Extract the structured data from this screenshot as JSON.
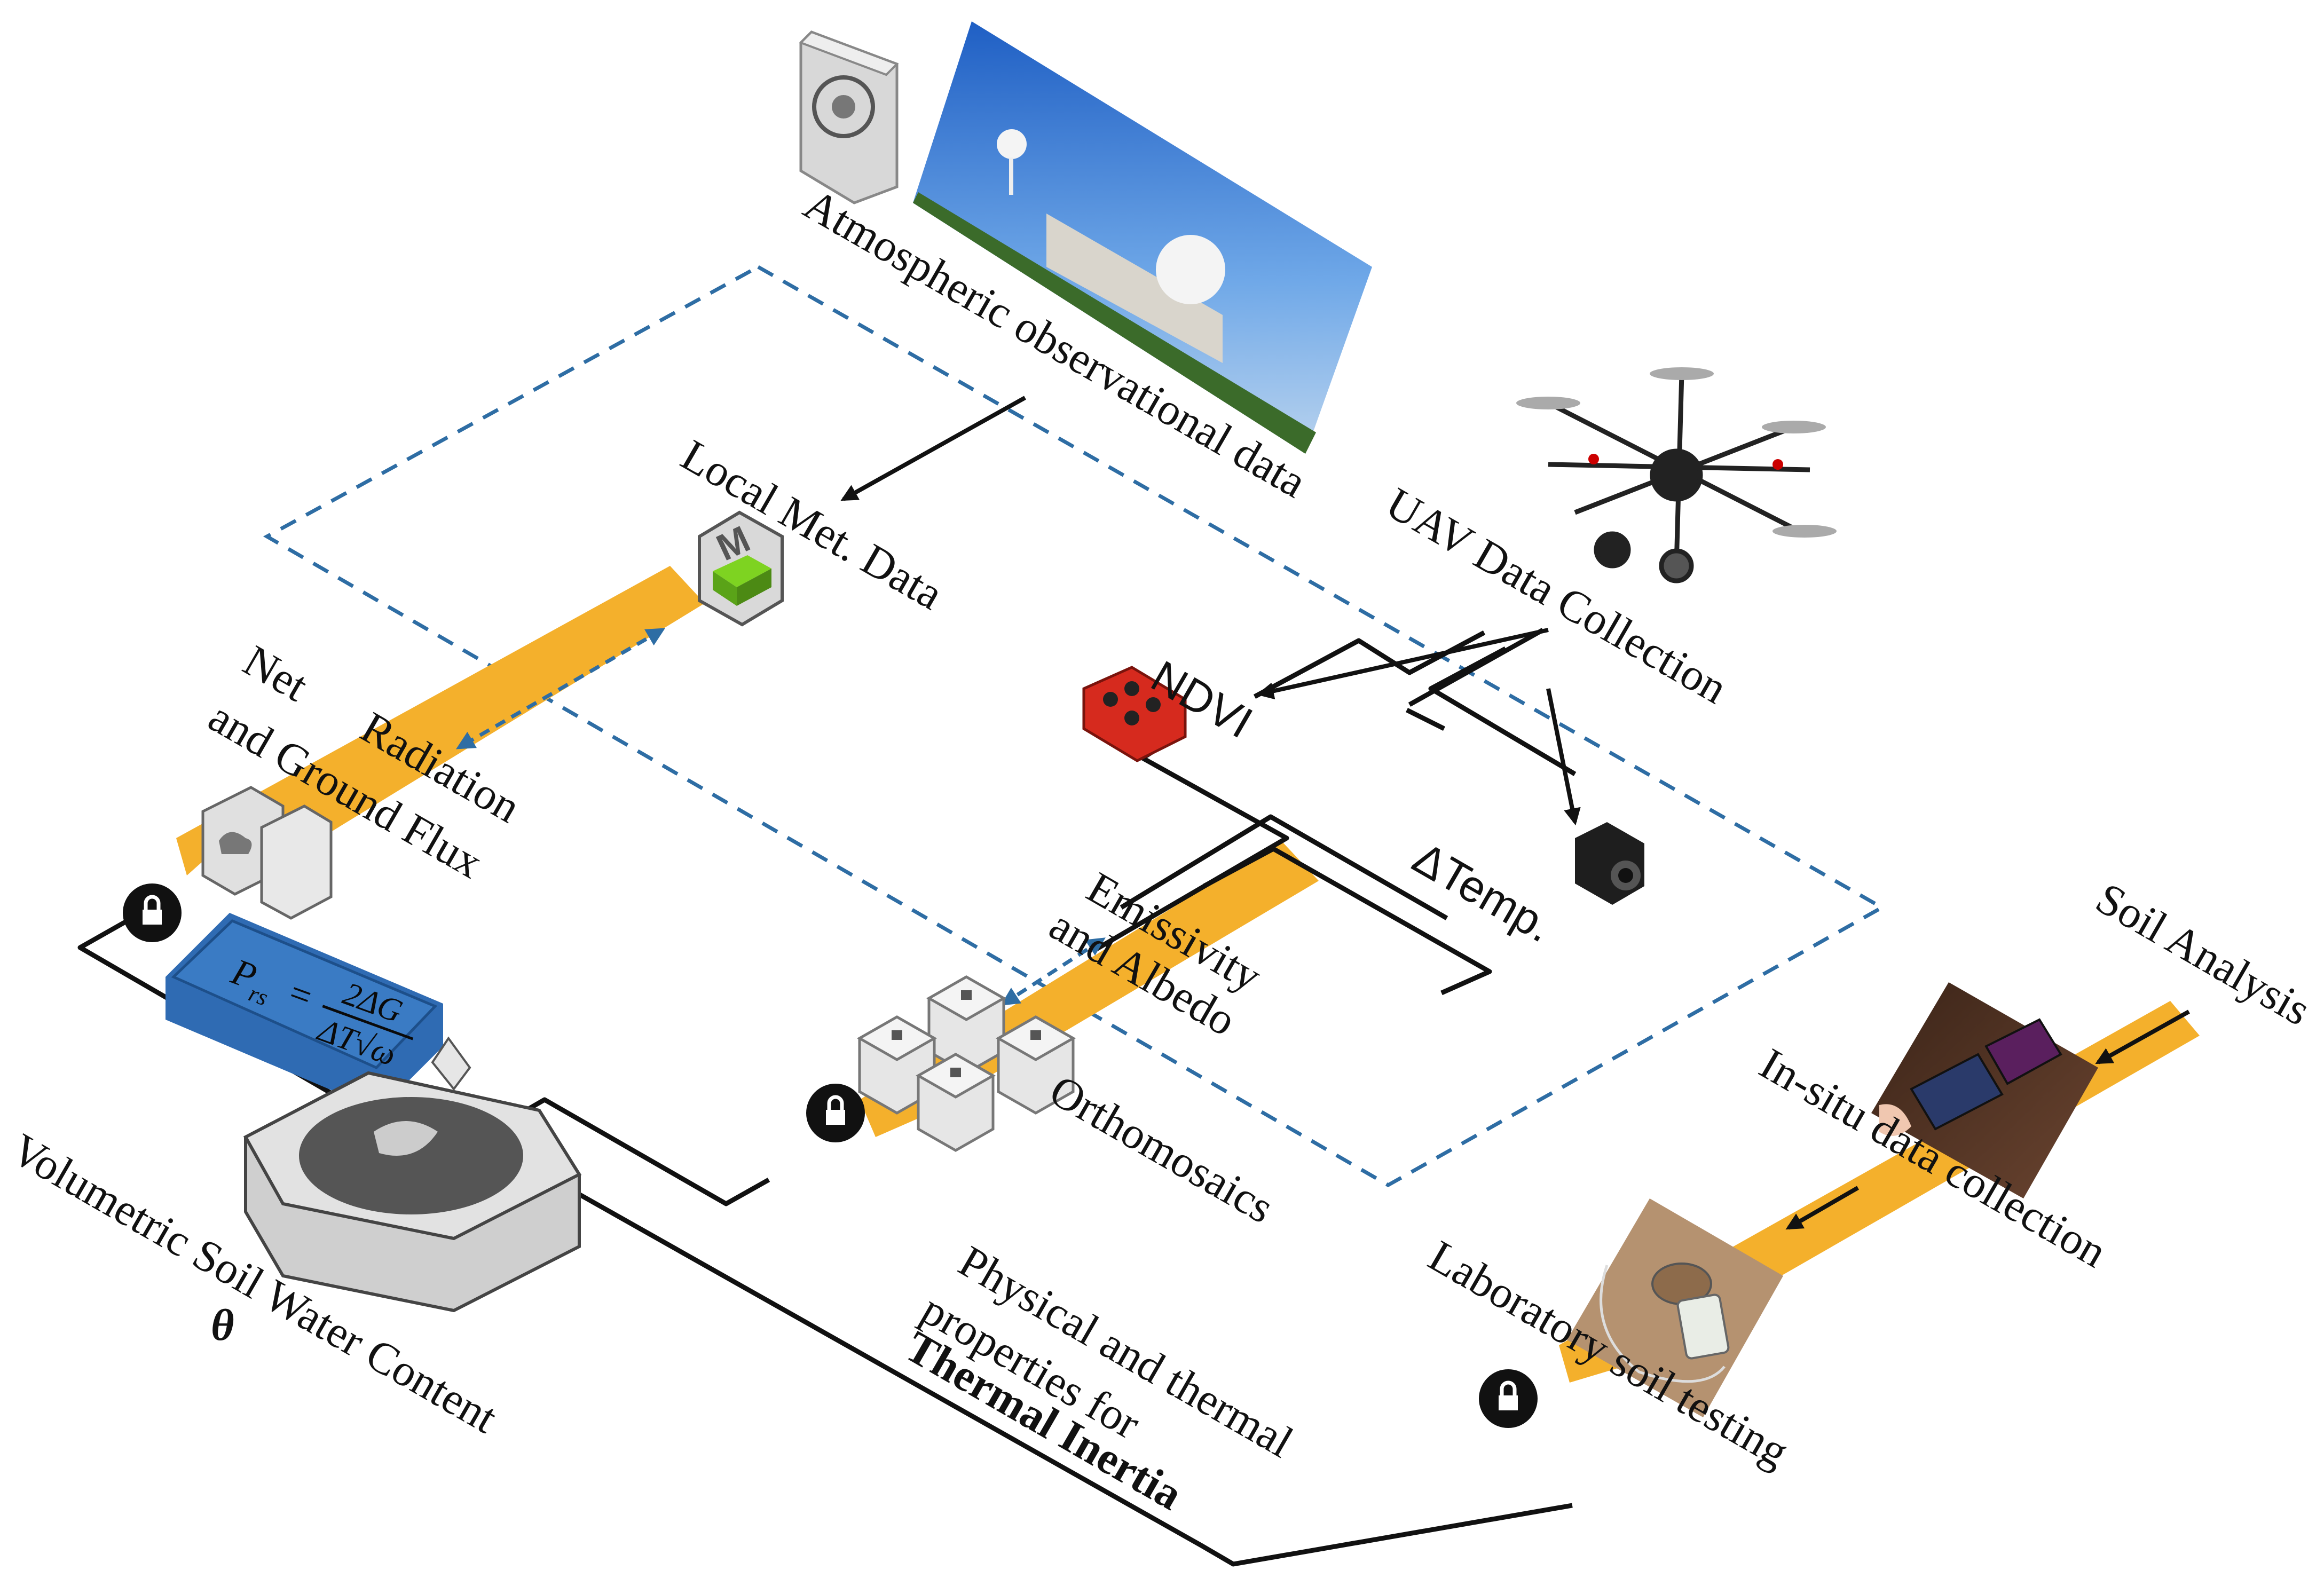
{
  "colors": {
    "band": "#F4B02C",
    "dashed_box": "#2E6DA4",
    "connector": "#111111",
    "equation_box": "#3A7BC4",
    "box_gray": "#E6E6E6"
  },
  "labels": {
    "atmospheric": "Atmospheric observational data",
    "local_met": "Local Met. Data",
    "uav": "UAV Data Collection",
    "ndvi": "NDVI",
    "delta_temp": "ΔTemp.",
    "net": "Net",
    "radiation": "Radiation",
    "and_ground": "and Ground Flux",
    "emissivity": "Emissivity",
    "and_albedo": "and Albedo",
    "orthomosaics": "Orthomosaics",
    "vswc": "Volumetric Soil Water Content",
    "theta": "θ",
    "physical1": "Physical and thermal",
    "physical2": "properties for",
    "thermal_inertia": "Thermal Inertia",
    "soil_analysis": "Soil Analysis",
    "insitu": "In-situ data collection",
    "lab": "Laboratory soil testing"
  },
  "equation": {
    "lhs": "P",
    "lhs_sub": "rs",
    "equals": "=",
    "numerator": "2ΔG",
    "denominator": "ΔT√ω"
  },
  "icons": [
    "weather-station-icon",
    "sky-photo-icon",
    "drone-icon",
    "met-data-module-icon",
    "radiometer-icon",
    "multispectral-camera-icon",
    "thermal-camera-icon",
    "orthomosaic-blocks-icon",
    "soil-water-model-icon",
    "soil-probe-photo-icon",
    "lab-sample-photo-icon",
    "lock-icon"
  ]
}
